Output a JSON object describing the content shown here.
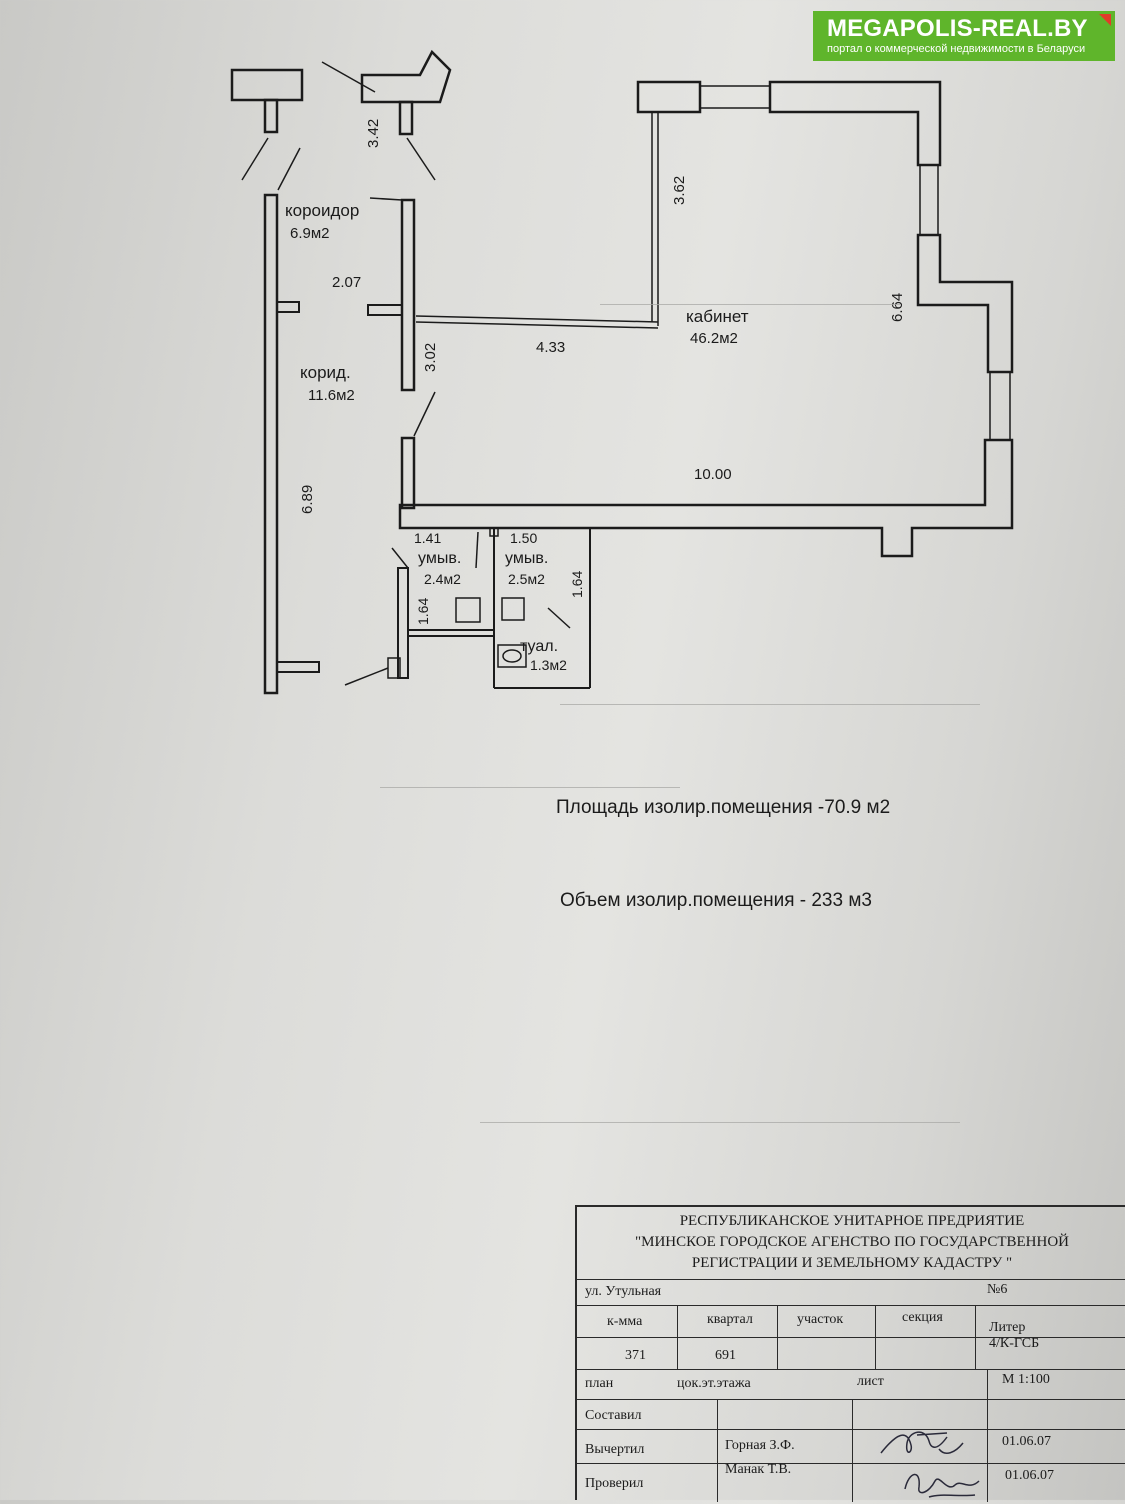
{
  "watermark": {
    "title": "MEGAPOLIS-REAL.BY",
    "subtitle": "портал о коммерческой недвижимости в Беларуси"
  },
  "rooms": {
    "corridor1": {
      "name": "короидор",
      "area": "6.9м2"
    },
    "corridor2": {
      "name": "корид.",
      "area": "11.6м2"
    },
    "office": {
      "name": "кабинет",
      "area": "46.2м2"
    },
    "washroom1": {
      "name": "умыв.",
      "area": "2.4м2"
    },
    "washroom2": {
      "name": "умыв.",
      "area": "2.5м2"
    },
    "toilet": {
      "name": "туал.",
      "area": "1.3м2"
    }
  },
  "dimensions": {
    "d342": "3.42",
    "d362": "3.62",
    "d207": "2.07",
    "d433": "4.33",
    "d664": "6.64",
    "d302": "3.02",
    "d1000": "10.00",
    "d689": "6.89",
    "d141": "1.41",
    "d150": "1.50",
    "d164a": "1.64",
    "d164b": "1.64"
  },
  "summary": {
    "area": "Площадь изолир.помещения -70.9 м2",
    "volume": "Объем изолир.помещения - 233 м3"
  },
  "stamp": {
    "org_line1": "РЕСПУБЛИКАНСКОЕ УНИТАРНОЕ ПРЕДРИЯТИЕ",
    "org_line2": "\"МИНСКОЕ ГОРОДСКОЕ АГЕНСТВО ПО ГОСУДАРСТВЕННОЙ",
    "org_line3": "РЕГИСТРАЦИИ И ЗЕМЕЛЬНОМУ КАДАСТРУ \"",
    "street": "ул.  Утульная",
    "number": "№6",
    "col_kmma": "к-мма",
    "col_kvartal": "квартал",
    "col_uchastok": "участок",
    "col_sekciya": "секция",
    "col_liter": "Литер",
    "liter_value": "4/К-ГСБ",
    "kmma_value": "371",
    "kvartal_value": "691",
    "plan_label": "план",
    "floor_label": "цок.эт.этажа",
    "sheet_label": "лист",
    "scale": "М 1:100",
    "composed_label": "Составил",
    "drawn_label": "Вычертил",
    "drawn_name": "Горная З.Ф.",
    "drawn_date": "01.06.07",
    "checked_label": "Проверил",
    "checked_name": "Манак Т.В.",
    "checked_date": "01.06.07"
  }
}
